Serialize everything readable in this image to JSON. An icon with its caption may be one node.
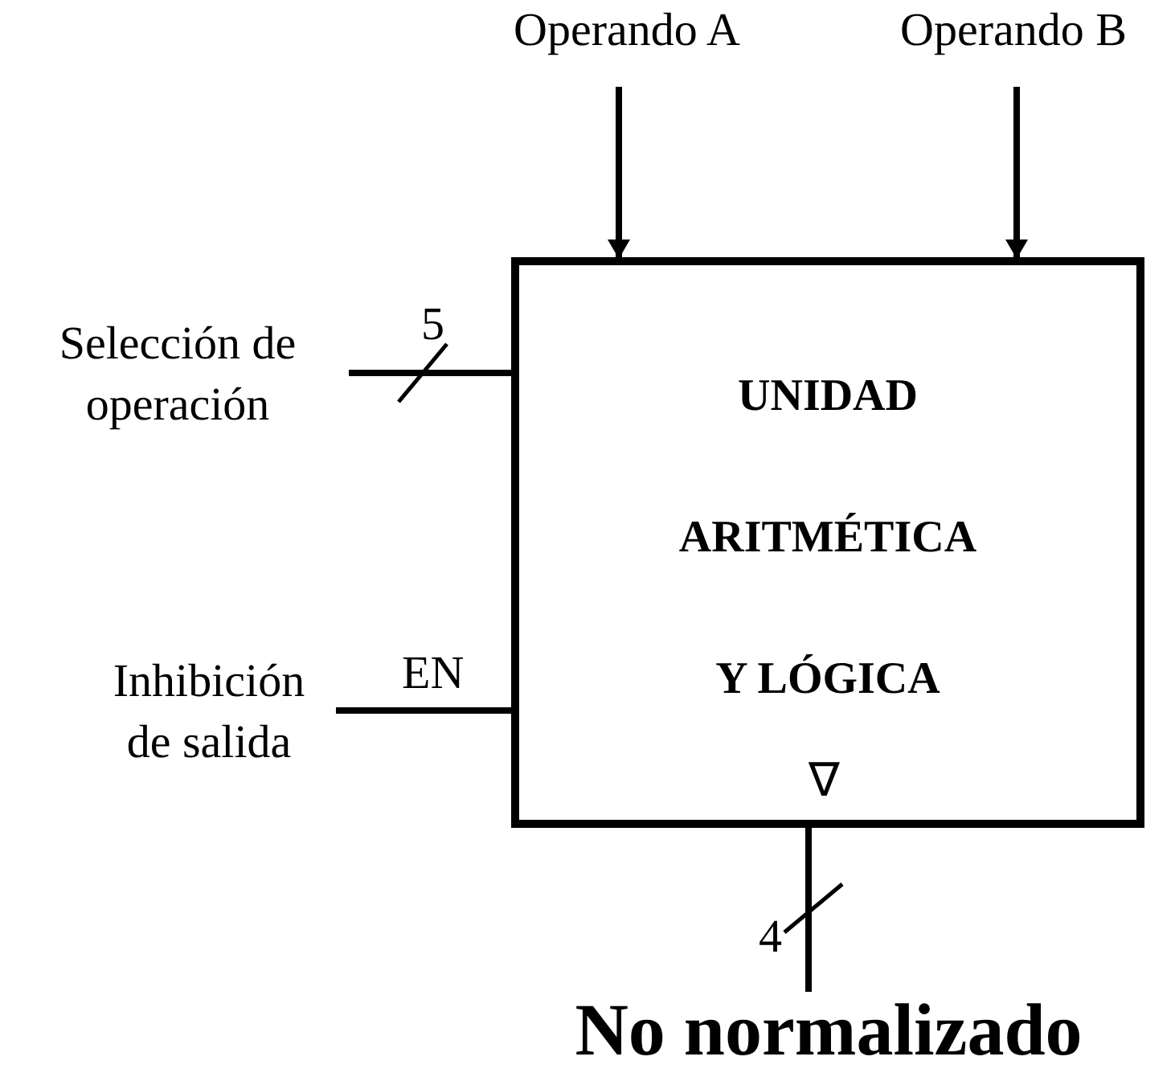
{
  "diagram": {
    "caption": "No normalizado",
    "nodes": [
      {
        "text": [
          "UNIDAD ARITMÉTICA Y LÓGICA"
        ]
      },
      {
        "text": [
          "Operando A"
        ]
      },
      {
        "text": [
          "Operando B"
        ]
      },
      {
        "text": [
          "Selección de operación"
        ]
      },
      {
        "text": [
          "Inhibición de salida"
        ]
      }
    ],
    "edges": [
      {
        "from": 1,
        "to": 0,
        "arrow": "to"
      },
      {
        "from": 2,
        "to": 0,
        "arrow": "to"
      },
      {
        "from": 3,
        "to": 0,
        "arrow": "none"
      },
      {
        "from": 4,
        "to": 0,
        "arrow": "none"
      },
      {
        "from": 0,
        "to": null,
        "arrow": "none"
      }
    ],
    "labels": [
      "5",
      "EN",
      "∇",
      "4"
    ]
  }
}
